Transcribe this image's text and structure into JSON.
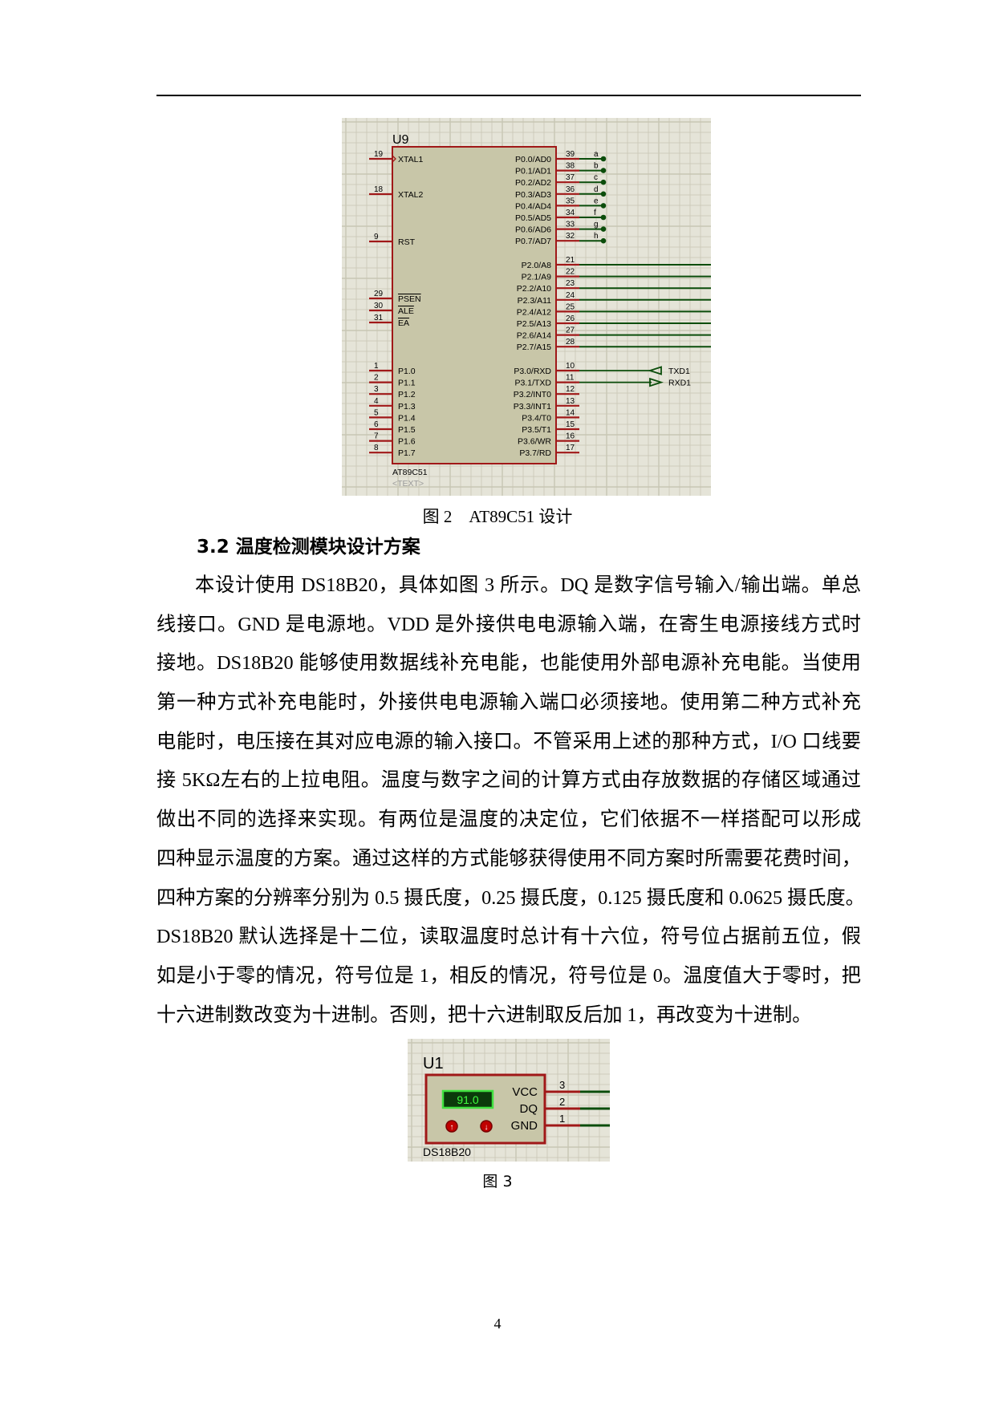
{
  "figure2": {
    "ref": "U9",
    "part": "AT89C51",
    "text_placeholder": "<TEXT>",
    "left_pins": [
      {
        "num": "19",
        "label": "XTAL1"
      },
      {
        "num": "18",
        "label": "XTAL2"
      },
      {
        "num": "9",
        "label": "RST"
      },
      {
        "num": "29",
        "label": "PSEN",
        "overline": true
      },
      {
        "num": "30",
        "label": "ALE",
        "overline": true
      },
      {
        "num": "31",
        "label": "EA",
        "overline": true
      },
      {
        "num": "1",
        "label": "P1.0"
      },
      {
        "num": "2",
        "label": "P1.1"
      },
      {
        "num": "3",
        "label": "P1.2"
      },
      {
        "num": "4",
        "label": "P1.3"
      },
      {
        "num": "5",
        "label": "P1.4"
      },
      {
        "num": "6",
        "label": "P1.5"
      },
      {
        "num": "7",
        "label": "P1.6"
      },
      {
        "num": "8",
        "label": "P1.7"
      }
    ],
    "port0": [
      {
        "num": "39",
        "label": "P0.0/AD0",
        "net": "a"
      },
      {
        "num": "38",
        "label": "P0.1/AD1",
        "net": "b"
      },
      {
        "num": "37",
        "label": "P0.2/AD2",
        "net": "c"
      },
      {
        "num": "36",
        "label": "P0.3/AD3",
        "net": "d"
      },
      {
        "num": "35",
        "label": "P0.4/AD4",
        "net": "e"
      },
      {
        "num": "34",
        "label": "P0.5/AD5",
        "net": "f"
      },
      {
        "num": "33",
        "label": "P0.6/AD6",
        "net": "g"
      },
      {
        "num": "32",
        "label": "P0.7/AD7",
        "net": "h"
      }
    ],
    "port2": [
      {
        "num": "21",
        "label": "P2.0/A8"
      },
      {
        "num": "22",
        "label": "P2.1/A9"
      },
      {
        "num": "23",
        "label": "P2.2/A10"
      },
      {
        "num": "24",
        "label": "P2.3/A11"
      },
      {
        "num": "25",
        "label": "P2.4/A12"
      },
      {
        "num": "26",
        "label": "P2.5/A13"
      },
      {
        "num": "27",
        "label": "P2.6/A14"
      },
      {
        "num": "28",
        "label": "P2.7/A15"
      }
    ],
    "port3": [
      {
        "num": "10",
        "label": "P3.0/RXD",
        "terminal": "TXD1",
        "dir": "in"
      },
      {
        "num": "11",
        "label": "P3.1/TXD",
        "terminal": "RXD1",
        "dir": "out"
      },
      {
        "num": "12",
        "label": "P3.2/INT0"
      },
      {
        "num": "13",
        "label": "P3.3/INT1"
      },
      {
        "num": "14",
        "label": "P3.4/T0"
      },
      {
        "num": "15",
        "label": "P3.5/T1"
      },
      {
        "num": "16",
        "label": "P3.6/WR"
      },
      {
        "num": "17",
        "label": "P3.7/RD"
      }
    ],
    "caption": "图 2　AT89C51 设计"
  },
  "section_heading": "3.2  温度检测模块设计方案",
  "paragraph_lines": [
    "本设计使用 DS18B20，具体如图 3 所示。DQ 是数字信号输入/输出端。单总",
    "线接口。GND 是电源地。VDD 是外接供电电源输入端，在寄生电源接线方式时",
    "接地。DS18B20 能够使用数据线补充电能，也能使用外部电源补充电能。当使用",
    "第一种方式补充电能时，外接供电电源输入端口必须接地。使用第二种方式补充",
    "电能时，电压接在其对应电源的输入接口。不管采用上述的那种方式，I/O 口线要",
    "接 5KΩ左右的上拉电阻。温度与数字之间的计算方式由存放数据的存储区域通过",
    "做出不同的选择来实现。有两位是温度的决定位，它们依据不一样搭配可以形成",
    "四种显示温度的方案。通过这样的方式能够获得使用不同方案时所需要花费时间，",
    "四种方案的分辨率分别为 0.5 摄氏度，0.25 摄氏度，0.125 摄氏度和 0.0625 摄氏度。",
    "DS18B20 默认选择是十二位，读取温度时总计有十六位，符号位占据前五位，假",
    "如是小于零的情况，符号位是 1，相反的情况，符号位是 0。温度值大于零时，把",
    "十六进制数改变为十进制。否则，把十六进制取反后加 1，再改变为十进制。"
  ],
  "figure3": {
    "ref": "U1",
    "part": "DS18B20",
    "display_value": "91.0",
    "pins": [
      {
        "num": "3",
        "label": "VCC"
      },
      {
        "num": "2",
        "label": "DQ"
      },
      {
        "num": "1",
        "label": "GND"
      }
    ],
    "caption": "图 3"
  },
  "page_number": "4",
  "colors": {
    "grid_bg": "#e5e4d8",
    "grid_line": "#c8c6b4",
    "chip_fill": "#c8c6a8",
    "chip_border": "#a01818",
    "wire": "#0b4d0b",
    "lcd_bg": "#0b3a0b",
    "lcd_text": "#40ff40",
    "button": "#c00000"
  }
}
